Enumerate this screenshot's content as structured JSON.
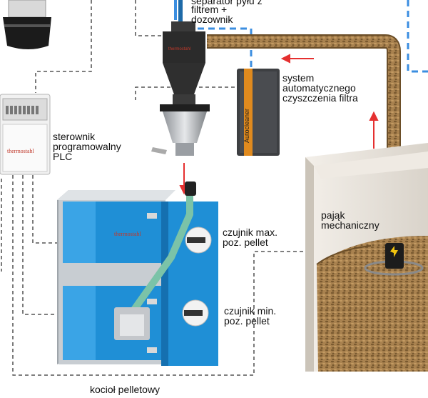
{
  "labels": {
    "separator_line1": "separator pyłu z",
    "separator_line2": "filtrem +",
    "separator_line3": "dozownik",
    "system_line1": "system",
    "system_line2": "automatycznego",
    "system_line3": "czyszczenia filtra",
    "plc_line1": "sterownik",
    "plc_line2": "programowalny",
    "plc_line3": "PLC",
    "pajak_line1": "pająk",
    "pajak_line2": "mechaniczny",
    "max_line1": "czujnik max.",
    "max_line2": "poz. pellet",
    "min_line1": "czujnik min.",
    "min_line2": "poz. pellet",
    "kociol": "kocioł pelletowy"
  },
  "brand": {
    "boiler_logo": "thermostahl",
    "plc_logo": "thermostahl",
    "cleaner_logo": "Autocleaner"
  },
  "colors": {
    "boiler_blue": "#1f8fd6",
    "boiler_gray": "#c8cdd2",
    "pipe_brown": "#8b6a3e",
    "blue_dash": "#3b8ee0",
    "arrow_red": "#e53030",
    "separator_dark": "#2b2b2b"
  }
}
